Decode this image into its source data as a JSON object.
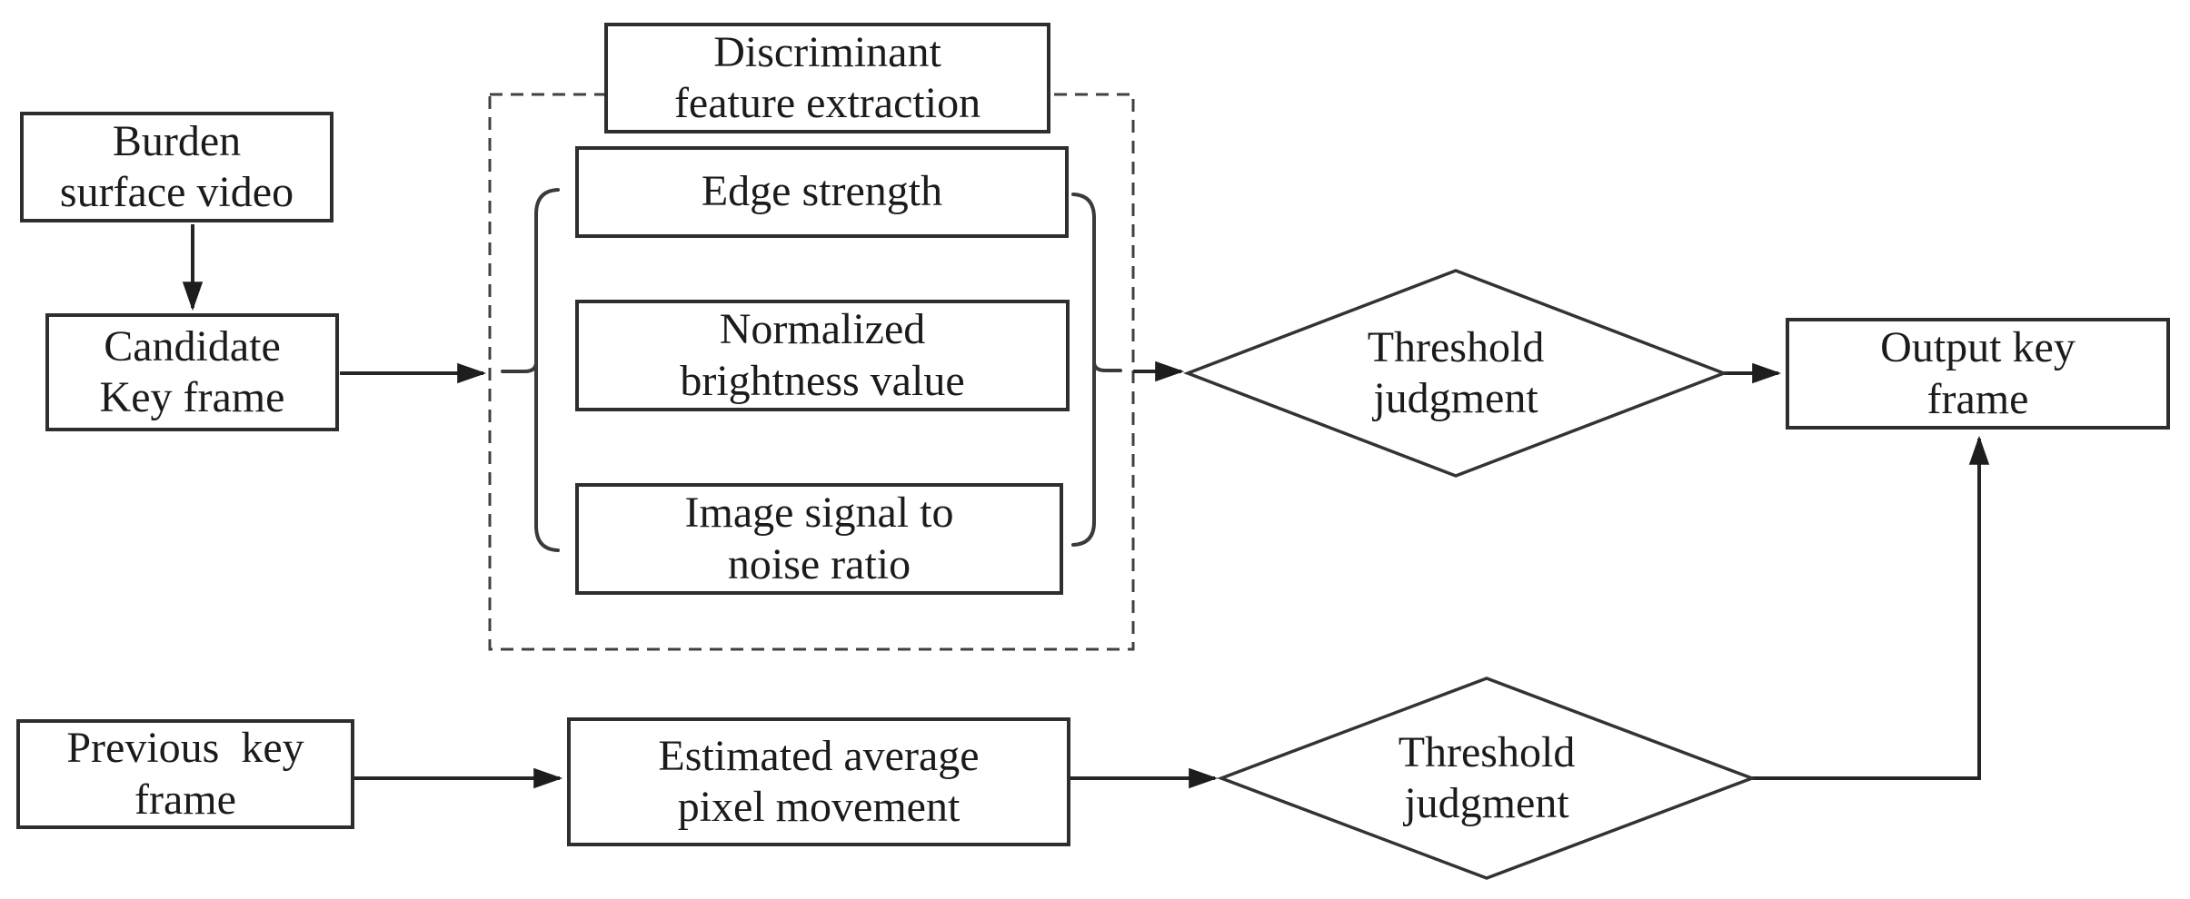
{
  "colors": {
    "background": "#ffffff",
    "ink": "#1b1b1b",
    "box_border": "#2e2e2e",
    "connector": "#262626",
    "brace": "#3a3a3a",
    "dashed_border": "#404040"
  },
  "nodes": {
    "burden": {
      "line1": "Burden",
      "line2": "surface video"
    },
    "candidate": {
      "line1": "Candidate",
      "line2": "Key frame"
    },
    "discriminant": {
      "line1": "Discriminant",
      "line2": "feature extraction"
    },
    "edge_strength": {
      "line1": "Edge strength"
    },
    "normalized": {
      "line1": "Normalized",
      "line2": "brightness value"
    },
    "image_snr": {
      "line1": "Image signal to",
      "line2": "noise ratio"
    },
    "threshold_top": {
      "line1": "Threshold",
      "line2": "judgment"
    },
    "output": {
      "line1": "Output key",
      "line2": "frame"
    },
    "previous": {
      "line1": "Previous  key",
      "line2": "frame"
    },
    "estimated": {
      "line1": "Estimated average",
      "line2": "pixel movement"
    },
    "threshold_bottom": {
      "line1": "Threshold",
      "line2": "judgment"
    }
  }
}
